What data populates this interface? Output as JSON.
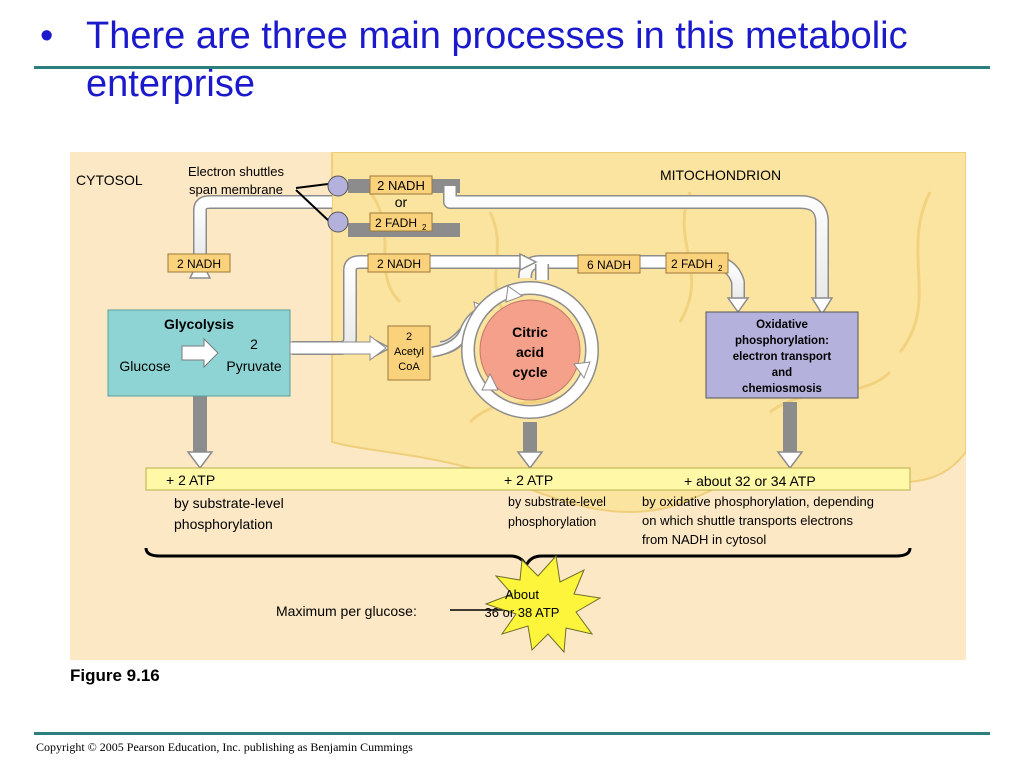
{
  "slide": {
    "bullet": "•",
    "title": "There are three main processes in this metabolic enterprise",
    "figure_label": "Figure 9.16",
    "copyright": "Copyright © 2005 Pearson Education, Inc. publishing as Benjamin Cummings"
  },
  "diagram": {
    "cytosol_label": "CYTOSOL",
    "mitochondrion_label": "MITOCHONDRION",
    "shuttle_note_line1": "Electron shuttles",
    "shuttle_note_line2": "span membrane",
    "shuttle_nadh": "2 NADH",
    "shuttle_or": "or",
    "shuttle_fadh": "2 FADH",
    "shuttle_fadh_sub": "2",
    "glycolysis_nadh": "2 NADH",
    "pyruvate_nadh": "2 NADH",
    "citric_nadh": "6 NADH",
    "citric_fadh": "2 FADH",
    "citric_fadh_sub": "2",
    "glycolysis": {
      "title": "Glycolysis",
      "input": "Glucose",
      "count": "2",
      "output": "Pyruvate"
    },
    "acetyl": {
      "line1": "2",
      "line2": "Acetyl",
      "line3": "CoA"
    },
    "citric": {
      "line1": "Citric",
      "line2": "acid",
      "line3": "cycle"
    },
    "oxidative": {
      "line1": "Oxidative",
      "line2": "phosphorylation:",
      "line3": "electron transport",
      "line4": "and",
      "line5": "chemiosmosis"
    },
    "atp1": "+ 2 ATP",
    "atp2": "+ 2 ATP",
    "atp3": "+ about 32 or 34 ATP",
    "atp1_note_line1": "by substrate-level",
    "atp1_note_line2": "phosphorylation",
    "atp2_note_line1": "by substrate-level",
    "atp2_note_line2": "phosphorylation",
    "atp3_note_line1": "by oxidative phosphorylation, depending",
    "atp3_note_line2": "on which shuttle transports electrons",
    "atp3_note_line3": "from NADH in cytosol",
    "max_label": "Maximum per glucose:",
    "max_line1": "About",
    "max_line2": "36 or 38 ATP"
  },
  "colors": {
    "background": "#fde8c6",
    "mitochondrion": "#fbe3a0",
    "mitochondrion_edge": "#f0cf7c",
    "glycolysis_box": "#8fd4d4",
    "oxidative_box": "#b4b2dc",
    "citric_circle": "#f4a08a",
    "label_box": "#fbd27c",
    "atp_bar": "#fff8a6",
    "starburst": "#fdf53c",
    "title": "#1a1acc",
    "rule": "#2d7f7f"
  }
}
